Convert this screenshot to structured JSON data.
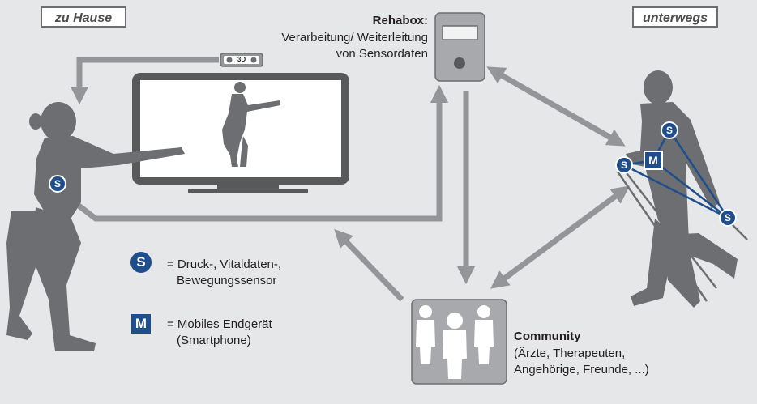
{
  "labels": {
    "home": "zu Hause",
    "mobile": "unterwegs"
  },
  "rehabox": {
    "title": "Rehabox:",
    "line1": "Verarbeitung/ Weiterleitung",
    "line2": "von Sensordaten"
  },
  "camera": {
    "badge": "3D"
  },
  "legend": {
    "sensor_symbol": "S",
    "sensor_line1": "= Druck-, Vitaldaten-,",
    "sensor_line2": "Bewegungssensor",
    "mobile_symbol": "M",
    "mobile_line1": "= Mobiles Endgerät",
    "mobile_line2": "(Smartphone)"
  },
  "community": {
    "title": "Community",
    "line1": "(Ärzte, Therapeuten,",
    "line2": "Angehörige, Freunde, ...)"
  },
  "colors": {
    "background": "#e6e7e8",
    "figure": "#6d6e71",
    "arrow": "#939598",
    "sensor_blue": "#1f4e8c"
  }
}
